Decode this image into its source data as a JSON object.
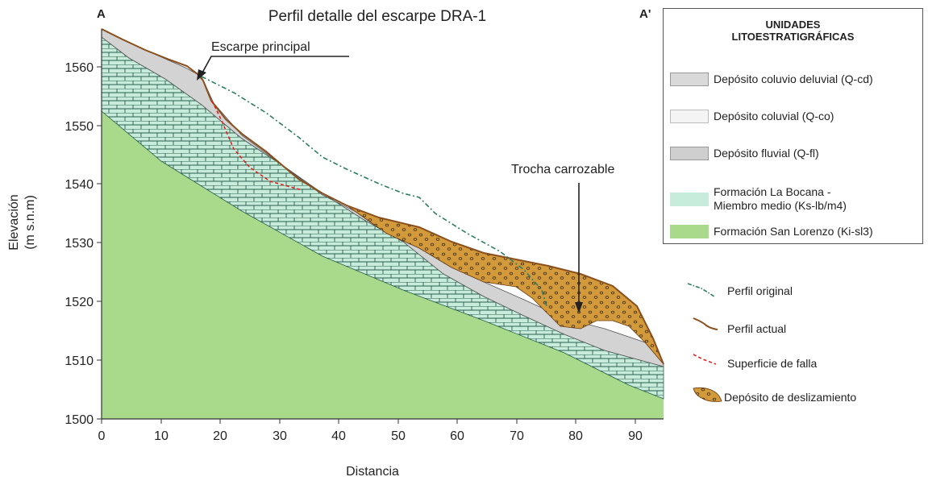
{
  "title": "Perfil detalle del escarpe DRA-1",
  "section_start": "A",
  "section_end": "A'",
  "y_axis_label_line1": "Elevación",
  "y_axis_label_line2": "(m s.n.m)",
  "x_axis_label": "Distancia",
  "x_ticks": [
    "0",
    "10",
    "20",
    "30",
    "40",
    "50",
    "60",
    "70",
    "80",
    "90"
  ],
  "y_ticks": [
    "1500",
    "1510",
    "1520",
    "1530",
    "1540",
    "1550",
    "1560"
  ],
  "annotations": {
    "escarpe": "Escarpe principal",
    "trocha": "Trocha carrozable"
  },
  "units_legend": {
    "title_line1": "UNIDADES",
    "title_line2": "LITOESTRATIGRÁFICAS",
    "items": [
      {
        "label": "Depósito coluvio deluvial (Q-cd)",
        "color": "#d9d9d9"
      },
      {
        "label": "Depósito coluvial (Q-co)",
        "color": "#f2f2f2"
      },
      {
        "label": "Depósito fluvial (Q-fl)",
        "color": "#cfcfcf"
      },
      {
        "label_line1": "Formación La Bocana -",
        "label_line2": "Miembro medio (Ks-lb/m4)",
        "color": "#c7ecdc"
      },
      {
        "label": "Formación San Lorenzo (Ki-sl3)",
        "color": "#a9d98a"
      }
    ]
  },
  "line_legend": {
    "original": "Perfil original",
    "actual": "Perfil actual",
    "falla": "Superficie de falla",
    "deslizamiento": "Depósito de deslizamiento"
  },
  "colors": {
    "san_lorenzo": "#a9d98a",
    "la_bocana": "#c7ecdc",
    "coluvio": "#d3d3d3",
    "deslizamiento": "#d39a3c",
    "perfil_actual": "#8a4f1c",
    "perfil_original": "#2e7d63",
    "falla": "#e02020"
  }
}
